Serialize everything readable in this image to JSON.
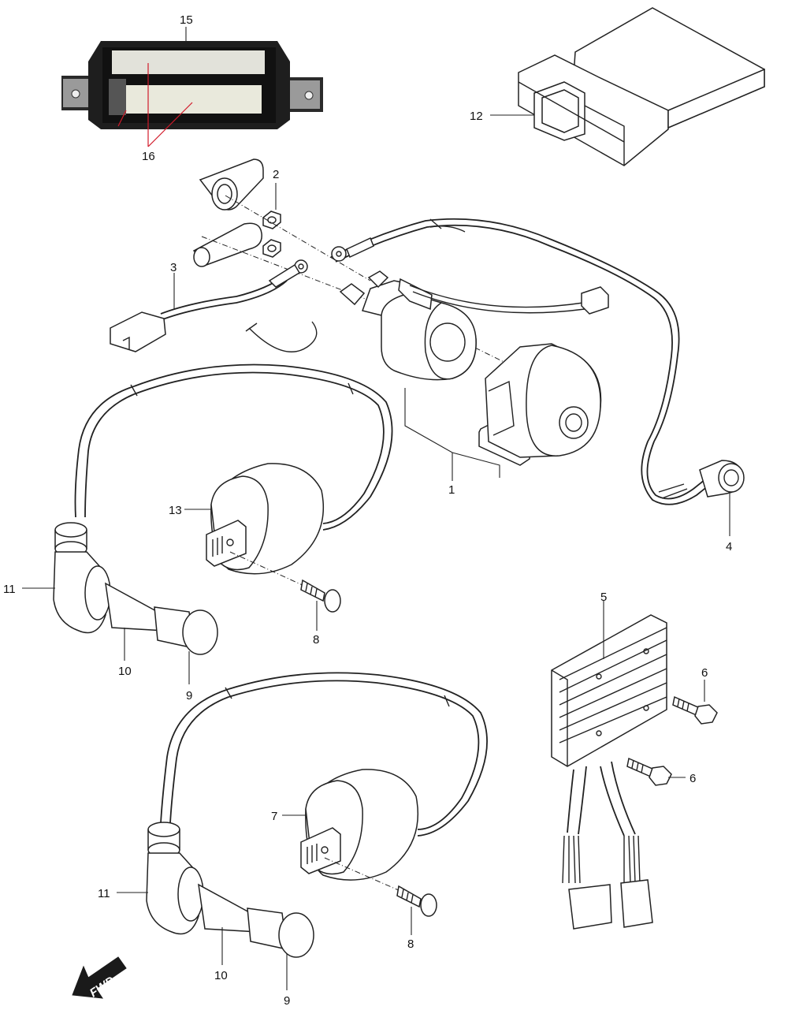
{
  "callouts": [
    {
      "id": "c15",
      "text": "15"
    },
    {
      "id": "c16",
      "text": "16"
    },
    {
      "id": "c12",
      "text": "12"
    },
    {
      "id": "c2",
      "text": "2"
    },
    {
      "id": "c3",
      "text": "3"
    },
    {
      "id": "c1",
      "text": "1"
    },
    {
      "id": "c4",
      "text": "4"
    },
    {
      "id": "c13",
      "text": "13"
    },
    {
      "id": "c11a",
      "text": "11"
    },
    {
      "id": "c8a",
      "text": "8"
    },
    {
      "id": "c10a",
      "text": "10"
    },
    {
      "id": "c9a",
      "text": "9"
    },
    {
      "id": "c5",
      "text": "5"
    },
    {
      "id": "c6a",
      "text": "6"
    },
    {
      "id": "c6b",
      "text": "6"
    },
    {
      "id": "c7",
      "text": "7"
    },
    {
      "id": "c11b",
      "text": "11"
    },
    {
      "id": "c8b",
      "text": "8"
    },
    {
      "id": "c10b",
      "text": "10"
    },
    {
      "id": "c9b",
      "text": "9"
    }
  ],
  "direction_indicator": {
    "text": "FWD"
  },
  "colors": {
    "line": "#222222",
    "photo_dark": "#1e1e1e",
    "leader_red": "#d11a2a"
  },
  "icons": {
    "direction_arrow": "fwd-arrow-icon"
  }
}
